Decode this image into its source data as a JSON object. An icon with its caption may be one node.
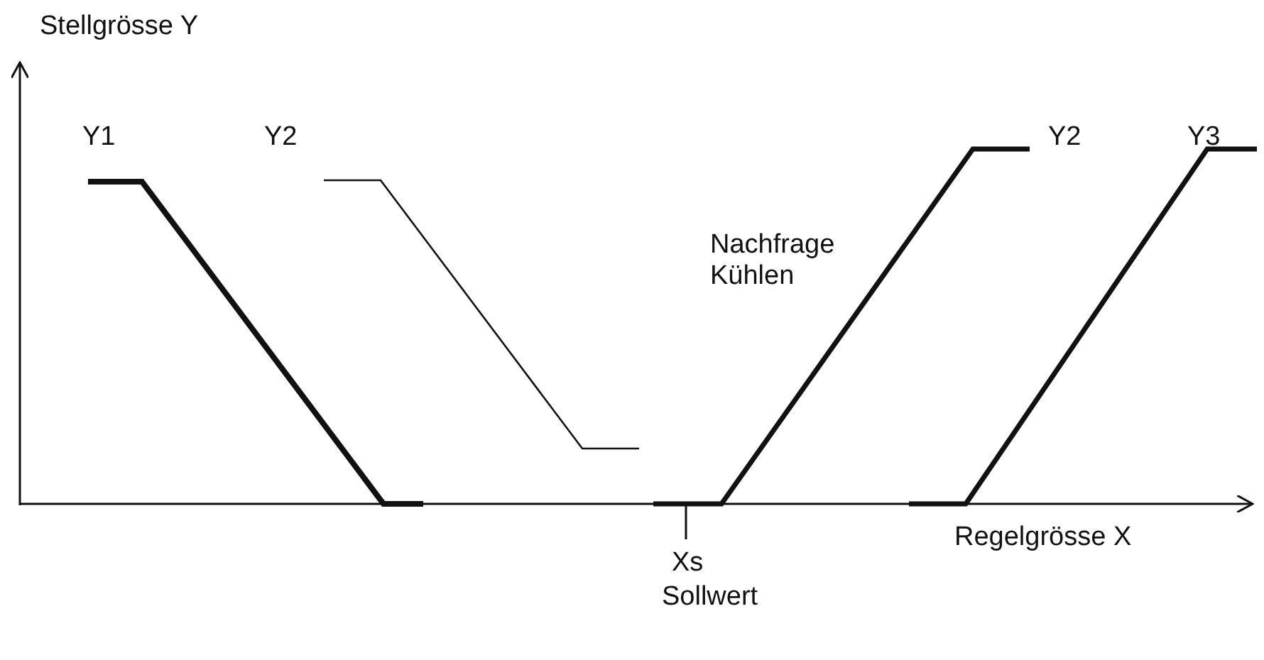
{
  "diagram": {
    "labels": [
      "Stellgrösse Y",
      "Y1",
      "Y2",
      "Nachfrage Kühlen",
      "Y2",
      "Y3",
      "Regelgrösse X",
      "Xs",
      "Sollwert"
    ]
  }
}
